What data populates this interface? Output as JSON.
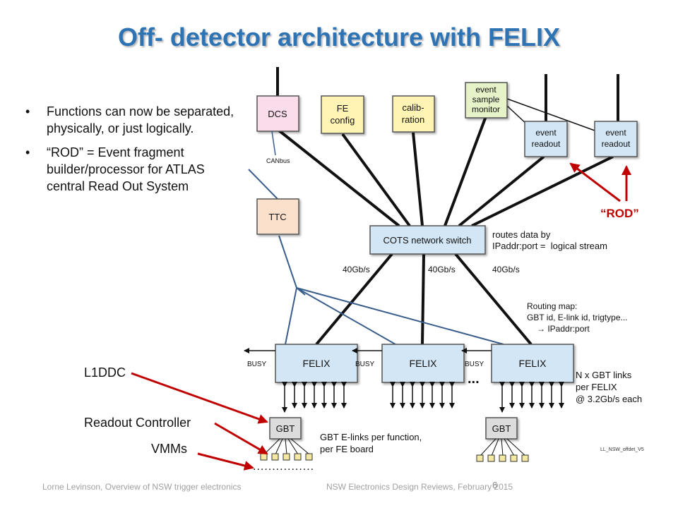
{
  "slide": {
    "title": "Off- detector architecture with FELIX",
    "bullets": [
      "Functions can now be separated, physically, or just logically.",
      "“ROD” = Event fragment builder/processor for ATLAS central Read Out System"
    ],
    "footer_left": "Lorne Levinson, Overview of NSW trigger electronics",
    "footer_center": "NSW Electronics Design Reviews, February 2015",
    "page_number": "6"
  },
  "diagram": {
    "boxes": {
      "dcs": "DCS",
      "fe_config": [
        "FE",
        "config"
      ],
      "calibration": [
        "calib-",
        "ration"
      ],
      "event_sample_monitor": [
        "event",
        "sample",
        "monitor"
      ],
      "event_readout_1": [
        "event",
        "readout"
      ],
      "event_readout_2": [
        "event",
        "readout"
      ],
      "ttc": "TTC",
      "switch": "COTS network switch",
      "felix": "FELIX",
      "gbt": "GBT"
    },
    "canbus": "CANbus",
    "rod_label": "“ROD”",
    "routes_note": [
      "routes data by",
      "IPaddr:port =  logical stream"
    ],
    "link_speed": "40Gb/s",
    "routing_map": [
      "Routing map:",
      "GBT id, E-link id, trigtype...",
      "→ IPaddr:port"
    ],
    "busy": "BUSY",
    "ellipsis": "...",
    "gbt_links_note": [
      "N x GBT links",
      "per FELIX",
      "@ 3.2Gb/s each"
    ],
    "elinks_note": [
      "GBT E-links per function,",
      "per FE board"
    ],
    "figure_id": "LL_NSW_offdet_V5",
    "dotted_row": "................",
    "colors": {
      "title": "#2e74b5",
      "red_arrow": "#c00000",
      "ttc_line": "#3a5e8c",
      "felix_fill": "#d3e6f5",
      "dcs_fill": "#fadcea",
      "fe_fill": "#fff4b3",
      "monitor_fill": "#e6f2c8",
      "gbt_fill": "#dcdcdc",
      "elink_fill": "#f5e8a0"
    }
  },
  "labels": {
    "l1ddc": "L1DDC",
    "readout_controller": "Readout Controller",
    "vmms": "VMMs"
  }
}
